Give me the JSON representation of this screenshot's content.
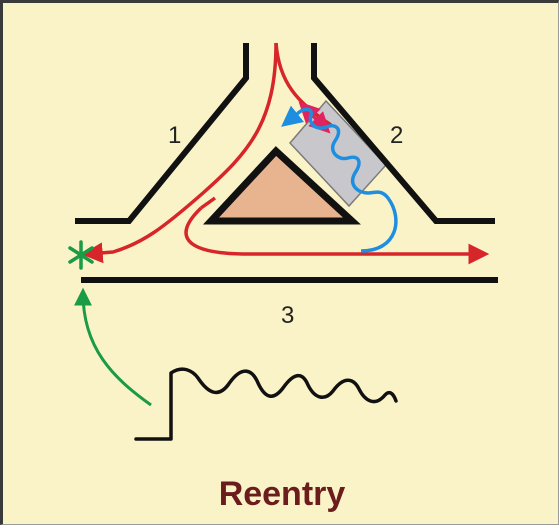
{
  "labels": {
    "pathway_1": "1",
    "pathway_2": "2",
    "pathway_3": "3"
  },
  "caption": "Reentry",
  "colors": {
    "background": "#fbf3c8",
    "conduction_path": "#d6262a",
    "retrograde_path": "#1e8fe0",
    "block_marker": "#e0245e",
    "slow_zone": "#c8c8cc",
    "central_tissue": "#e8b38f",
    "ectopic": "#1a9b45",
    "outline": "#111111"
  },
  "icons": {
    "ectopic_focus": "asterisk-icon"
  }
}
